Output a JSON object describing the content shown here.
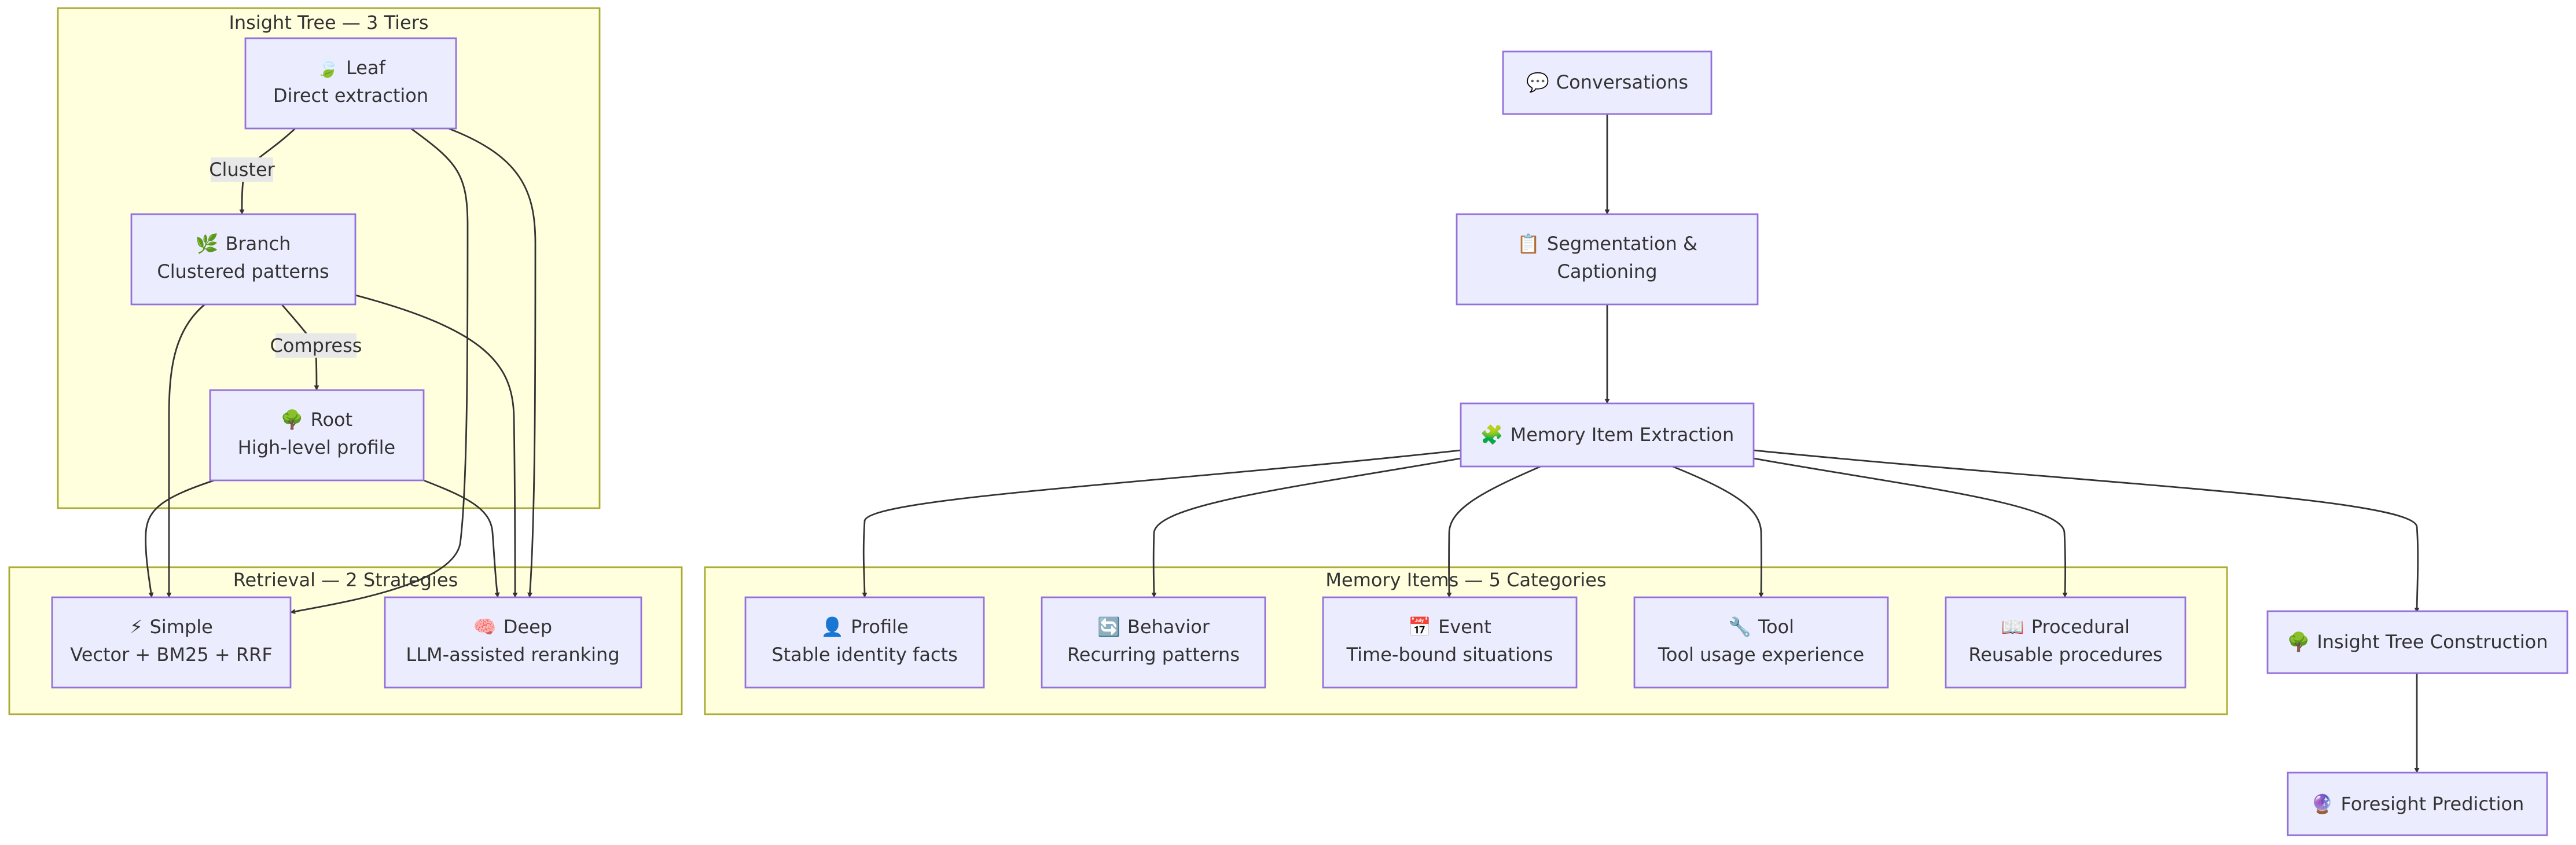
{
  "clusters": {
    "insight_tree": {
      "title": "Insight Tree — 3 Tiers"
    },
    "retrieval": {
      "title": "Retrieval — 2 Strategies"
    },
    "memory_items": {
      "title": "Memory Items — 5 Categories"
    }
  },
  "nodes": {
    "leaf": {
      "icon": "🍃",
      "title": "Leaf",
      "subtitle": "Direct extraction"
    },
    "branch": {
      "icon": "🌿",
      "title": "Branch",
      "subtitle": "Clustered patterns"
    },
    "root": {
      "icon": "🌳",
      "title": "Root",
      "subtitle": "High-level profile"
    },
    "simple": {
      "icon": "⚡",
      "title": "Simple",
      "subtitle": "Vector + BM25 + RRF"
    },
    "deep": {
      "icon": "🧠",
      "title": "Deep",
      "subtitle": "LLM-assisted reranking"
    },
    "conversations": {
      "icon": "💬",
      "title": "Conversations"
    },
    "segmentation": {
      "icon": "📋",
      "title": "Segmentation &",
      "subtitle": "Captioning"
    },
    "extraction": {
      "icon": "🧩",
      "title": "Memory Item Extraction"
    },
    "profile": {
      "icon": "👤",
      "title": "Profile",
      "subtitle": "Stable identity facts"
    },
    "behavior": {
      "icon": "🔄",
      "title": "Behavior",
      "subtitle": "Recurring patterns"
    },
    "event": {
      "icon": "📅",
      "title": "Event",
      "subtitle": "Time-bound situations"
    },
    "tool": {
      "icon": "🔧",
      "title": "Tool",
      "subtitle": "Tool usage experience"
    },
    "procedural": {
      "icon": "📖",
      "title": "Procedural",
      "subtitle": "Reusable procedures"
    },
    "insight_tree_construction": {
      "icon": "🌳",
      "title": "Insight Tree Construction"
    },
    "foresight": {
      "icon": "🔮",
      "title": "Foresight Prediction"
    }
  },
  "edge_labels": {
    "cluster": "Cluster",
    "compress": "Compress"
  },
  "colors": {
    "cluster_fill": "#ffffde",
    "cluster_stroke": "#aaaa33",
    "node_fill": "#ececff",
    "node_stroke": "#9370db",
    "edge": "#333333",
    "text": "#333333"
  }
}
